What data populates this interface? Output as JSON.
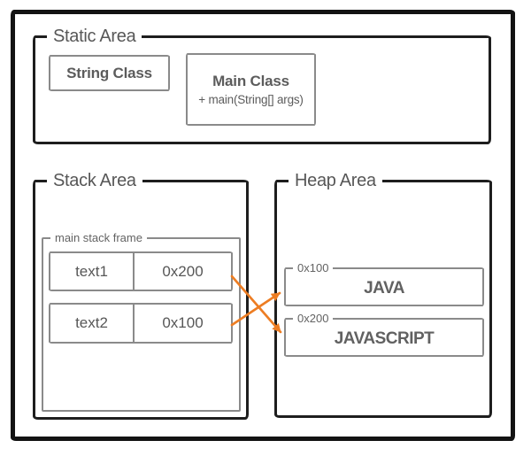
{
  "areas": {
    "static": {
      "label": "Static Area"
    },
    "stack": {
      "label": "Stack Area"
    },
    "heap": {
      "label": "Heap Area"
    }
  },
  "static_area": {
    "string_class": "String Class",
    "main_class_title": "Main Class",
    "main_class_method": "+ main(String[] args)"
  },
  "stack_area": {
    "frame_label": "main stack frame",
    "rows": [
      {
        "var": "text1",
        "addr": "0x200"
      },
      {
        "var": "text2",
        "addr": "0x100"
      }
    ]
  },
  "heap_area": {
    "objects": [
      {
        "addr": "0x100",
        "value": "JAVA"
      },
      {
        "addr": "0x200",
        "value": "JAVASCRIPT"
      }
    ]
  },
  "colors": {
    "arrow": "#ed7d23",
    "border_dark": "#1e1e1e",
    "border_gray": "#8a8a8a",
    "text_gray": "#575757"
  }
}
